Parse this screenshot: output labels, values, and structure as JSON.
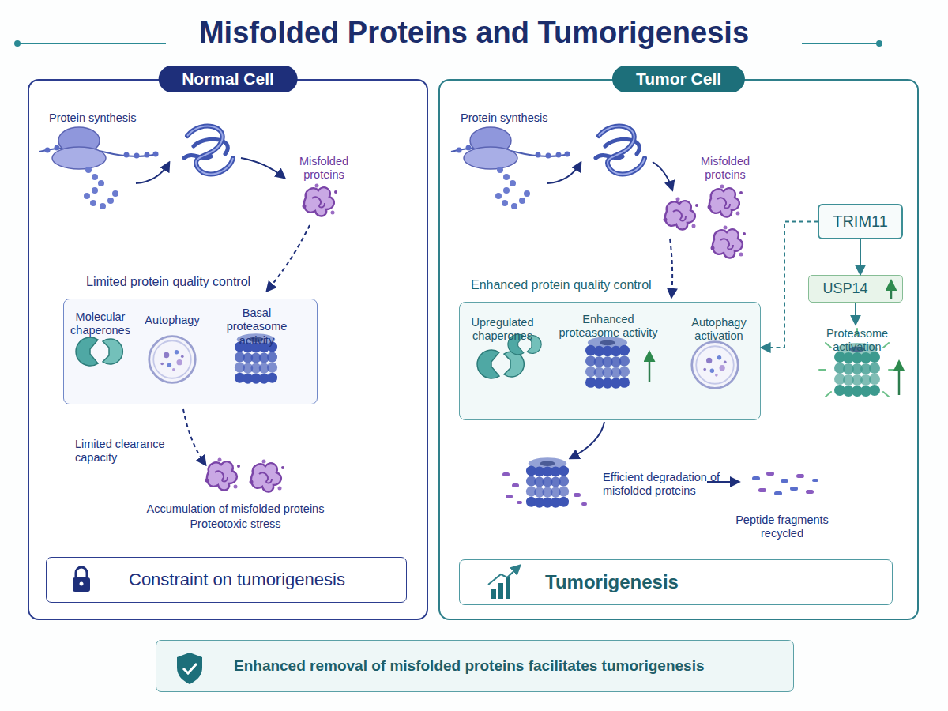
{
  "diagram": {
    "title": "Misfolded Proteins and Tumorigenesis",
    "nodes": [
      {
        "text": [
          "Normal Cell"
        ]
      },
      {
        "text": [
          "Limited protein quality control"
        ],
        "in": 0
      },
      {
        "text": [
          "Constraint on tumorigenesis"
        ],
        "in": 0
      },
      {
        "text": [
          "Tumor Cell"
        ]
      },
      {
        "text": [
          "Enhanced protein quality control"
        ],
        "in": 3
      },
      {
        "text": [
          "TRIM11"
        ],
        "in": 3
      },
      {
        "text": [
          "USP14"
        ],
        "in": 3
      },
      {
        "text": [
          "Tumorigenesis"
        ],
        "in": 3
      },
      {
        "text": [
          "Enhanced removal of misfolded proteins facilitates tumorigenesis"
        ]
      }
    ],
    "edges": [
      {
        "from": 5,
        "to": 6,
        "arrow": "to"
      },
      {
        "from": 5,
        "to": 4,
        "arrow": "to"
      }
    ],
    "labels": [
      "Protein synthesis",
      "Misfolded proteins",
      "Molecular chaperones",
      "Autophagy",
      "Basal proteasome activity",
      "Limited clearance capacity",
      "Accumulation of misfolded proteins",
      "Proteotoxic stress",
      "Protein synthesis",
      "Misfolded proteins",
      "Upregulated chaperones",
      "Enhanced proteasome activity",
      "Autophagy activation",
      "Proteasome activation",
      "Efficient degradation of misfolded proteins",
      "Peptide fragments recycled"
    ]
  }
}
